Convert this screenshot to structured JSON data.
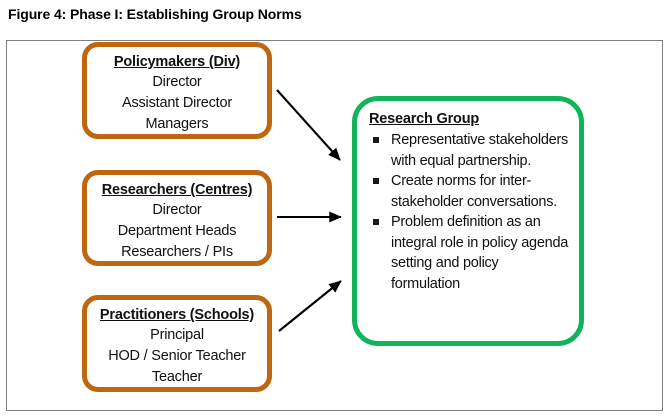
{
  "figure": {
    "caption": "Figure 4: Phase I: Establishing Group Norms"
  },
  "colors": {
    "source_box_border": "#BF6611",
    "research_group_border": "#10B45A",
    "frame_border": "#7F7F7F",
    "arrow": "#000000",
    "text": "#111111"
  },
  "source_boxes": [
    {
      "id": "policymakers",
      "title": "Policymakers (Div)",
      "lines": [
        "Director",
        "Assistant Director",
        "Managers"
      ]
    },
    {
      "id": "researchers",
      "title": "Researchers (Centres)",
      "lines": [
        "Director",
        "Department Heads",
        "Researchers / PIs"
      ]
    },
    {
      "id": "practitioners",
      "title": "Practitioners (Schools)",
      "lines": [
        "Principal",
        "HOD / Senior Teacher",
        "Teacher"
      ]
    }
  ],
  "research_group": {
    "title": "Research Group",
    "bullets": [
      "Representative stakeholders with equal partnership.",
      "Create norms for inter-stakeholder conversations.",
      "Problem definition as an integral role in policy agenda setting and policy formulation"
    ]
  },
  "arrows": [
    {
      "id": "policymakers-to-research-group",
      "from": "policymakers",
      "to": "research-group",
      "direction": "down-right"
    },
    {
      "id": "researchers-to-research-group",
      "from": "researchers",
      "to": "research-group",
      "direction": "right"
    },
    {
      "id": "practitioners-to-research-group",
      "from": "practitioners",
      "to": "research-group",
      "direction": "up-right"
    }
  ]
}
